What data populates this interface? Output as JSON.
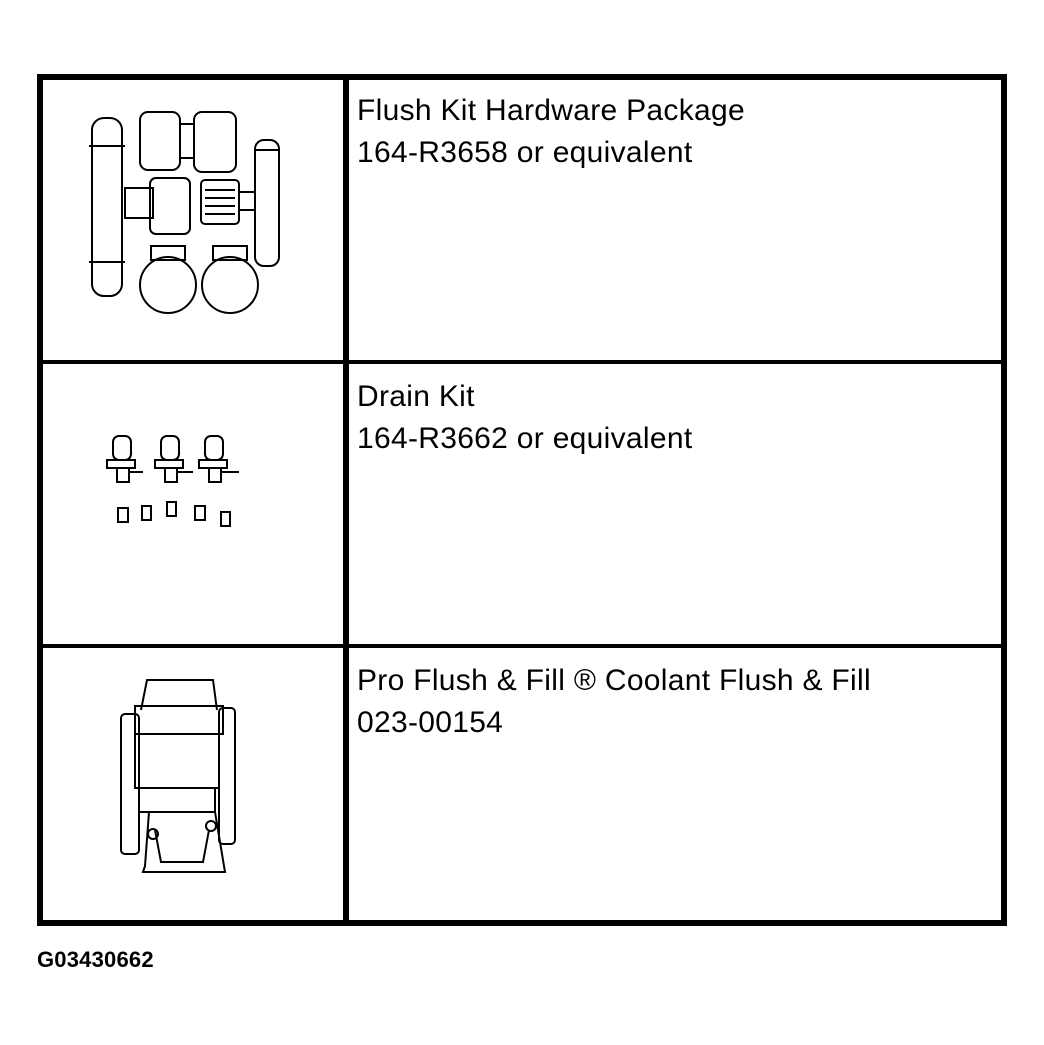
{
  "rows": [
    {
      "title": "Flush Kit Hardware Package",
      "subtitle": "164-R3658 or equivalent",
      "illustration_icon": "flush-kit-hardware-icon"
    },
    {
      "title": "Drain Kit",
      "subtitle": "164-R3662 or equivalent",
      "illustration_icon": "drain-kit-icon"
    },
    {
      "title": "Pro Flush & Fill ® Coolant Flush & Fill",
      "subtitle": "023-00154",
      "illustration_icon": "flush-fill-machine-icon"
    }
  ],
  "figure_id": "G03430662"
}
